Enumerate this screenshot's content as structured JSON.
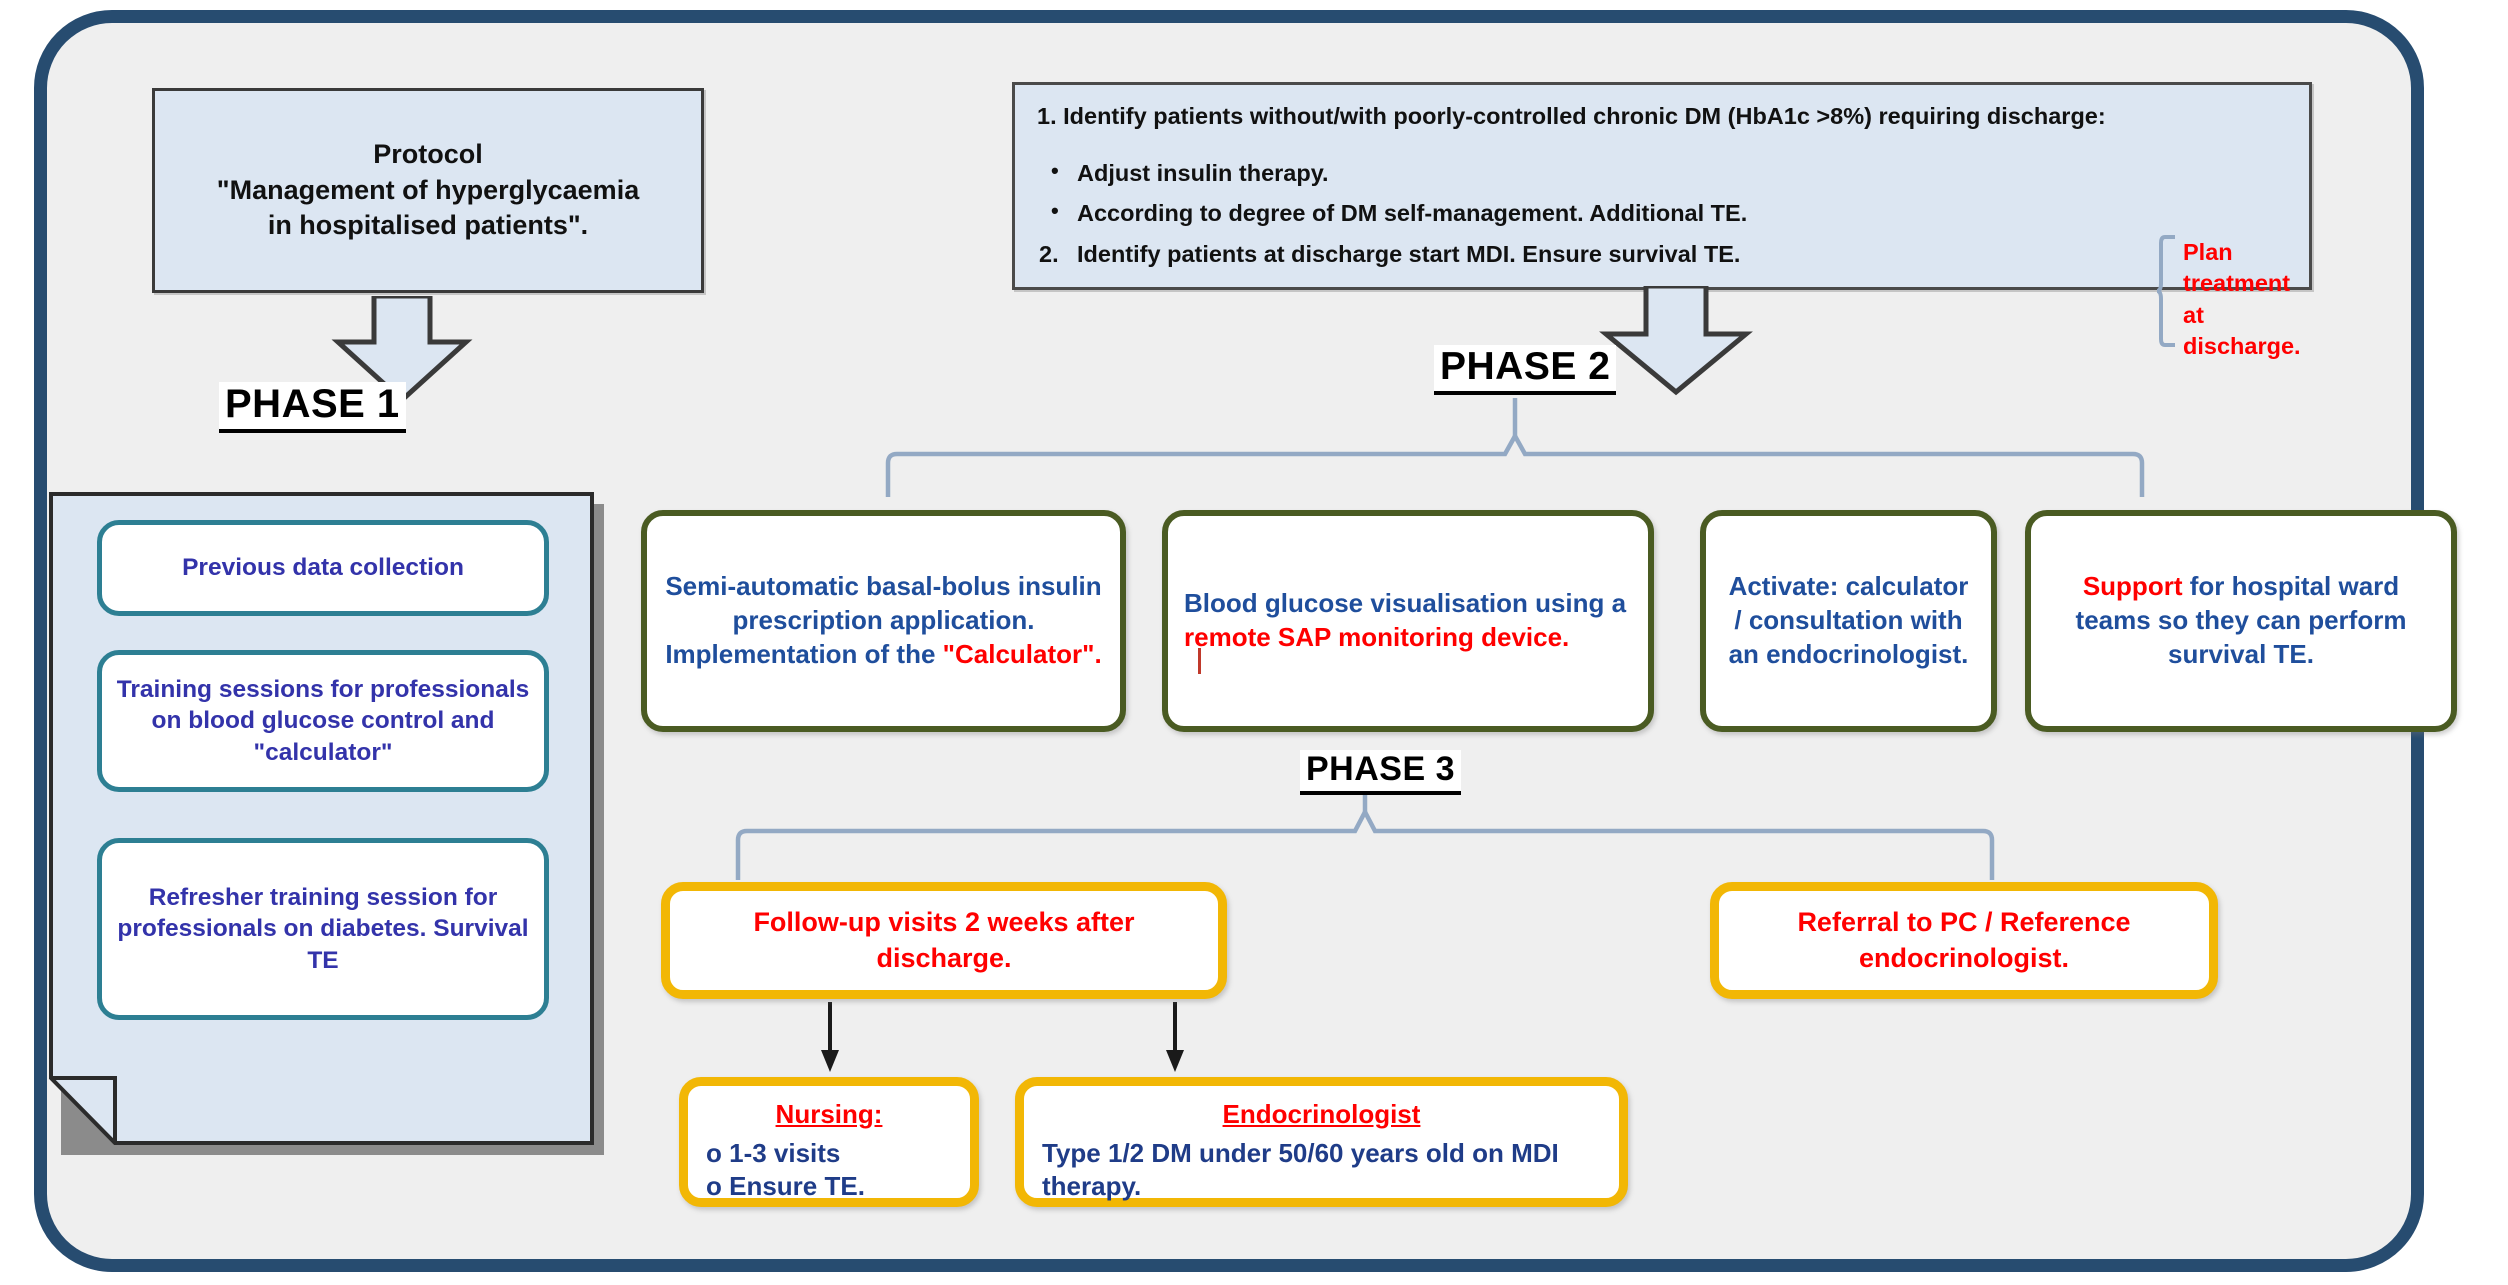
{
  "protocol": {
    "line1": "Protocol",
    "line2": "\"Management of hyperglycaemia",
    "line3": "in hospitalised patients\"."
  },
  "toplist": {
    "heading": "1. Identify patients without/with poorly-controlled chronic DM (HbA1c >8%) requiring discharge:",
    "bullet1": "Adjust insulin therapy.",
    "bullet2": "According to degree of DM self-management. Additional TE.",
    "item2_num": "2.",
    "item2_text": "Identify patients at discharge start MDI. Ensure survival TE.",
    "plan_note": "Plan treatment at discharge."
  },
  "phases": {
    "phase1_label": "PHASE 1",
    "phase2_label": "PHASE 2",
    "phase3_label": "PHASE 3"
  },
  "phase1": {
    "cards": [
      {
        "text": "Previous data collection"
      },
      {
        "text": "Training sessions for professionals on blood glucose control and \"calculator\""
      },
      {
        "text": "Refresher training session for professionals on diabetes. Survival TE"
      }
    ]
  },
  "phase2": {
    "card0": {
      "blue_part": "Semi-automatic basal-bolus insulin prescription application. Implementation of the ",
      "red_part": "\"Calculator\"."
    },
    "card1": {
      "blue_part": "Blood glucose visualisation using a ",
      "red_part": "remote SAP monitoring device."
    },
    "card2": {
      "text": "Activate: calculator / consultation with an endocrinologist."
    },
    "card3": {
      "red_part": "Support",
      "blue_part": " for hospital ward teams so they can perform survival TE."
    }
  },
  "phase3": {
    "followup": "Follow-up visits 2 weeks after discharge.",
    "referral": "Referral to PC / Reference endocrinologist.",
    "nursing": {
      "header": "Nursing:",
      "line1": "o 1-3 visits",
      "line2": "o Ensure TE."
    },
    "endocrinologist": {
      "header": "Endocrinologist",
      "body": "Type 1/2 DM under 50/60 years old on MDI therapy."
    }
  },
  "colors": {
    "outer_border": "#274c70",
    "page_bg": "#efefef",
    "box_fill_blue": "#dce6f2",
    "phase1_card_border": "#2d7f93",
    "phase1_text": "#3333aa",
    "phase2_card_border": "#4a5b22",
    "phase2_text": "#1f4e9c",
    "phase3_card_border": "#f2b705",
    "red_accent": "#ff0000",
    "connector": "#93a9c4",
    "arrow_fill": "#dce6f2",
    "arrow_stroke": "#3a3a3a"
  }
}
